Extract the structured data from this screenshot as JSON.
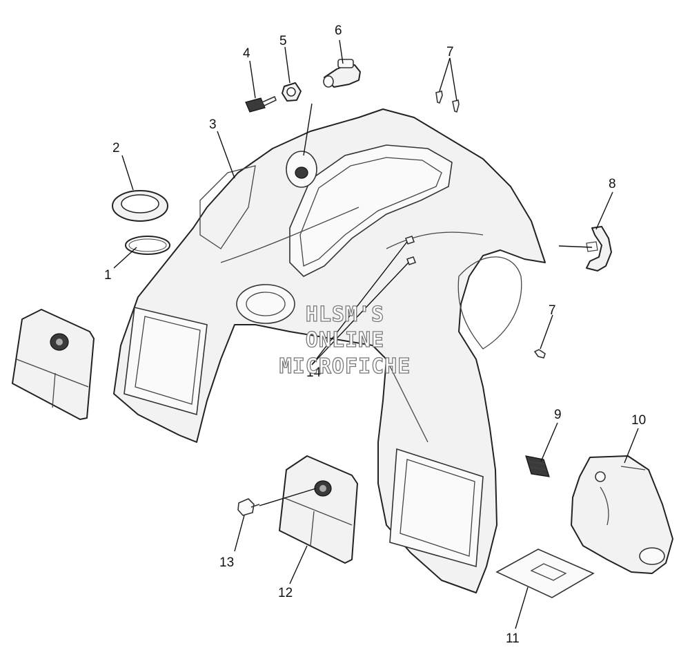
{
  "watermark": {
    "line1": "HLSM'S",
    "line2": "ONLINE",
    "line3": "MICROFICHE"
  },
  "callouts": [
    {
      "id": "c1",
      "label": "1"
    },
    {
      "id": "c2",
      "label": "2"
    },
    {
      "id": "c3",
      "label": "3"
    },
    {
      "id": "c4",
      "label": "4"
    },
    {
      "id": "c5",
      "label": "5"
    },
    {
      "id": "c6",
      "label": "6"
    },
    {
      "id": "c7a",
      "label": "7"
    },
    {
      "id": "c7b",
      "label": "7"
    },
    {
      "id": "c8",
      "label": "8"
    },
    {
      "id": "c9",
      "label": "9"
    },
    {
      "id": "c10",
      "label": "10"
    },
    {
      "id": "c11",
      "label": "11"
    },
    {
      "id": "c12",
      "label": "12"
    },
    {
      "id": "c13",
      "label": "13"
    },
    {
      "id": "c14",
      "label": "14"
    }
  ]
}
